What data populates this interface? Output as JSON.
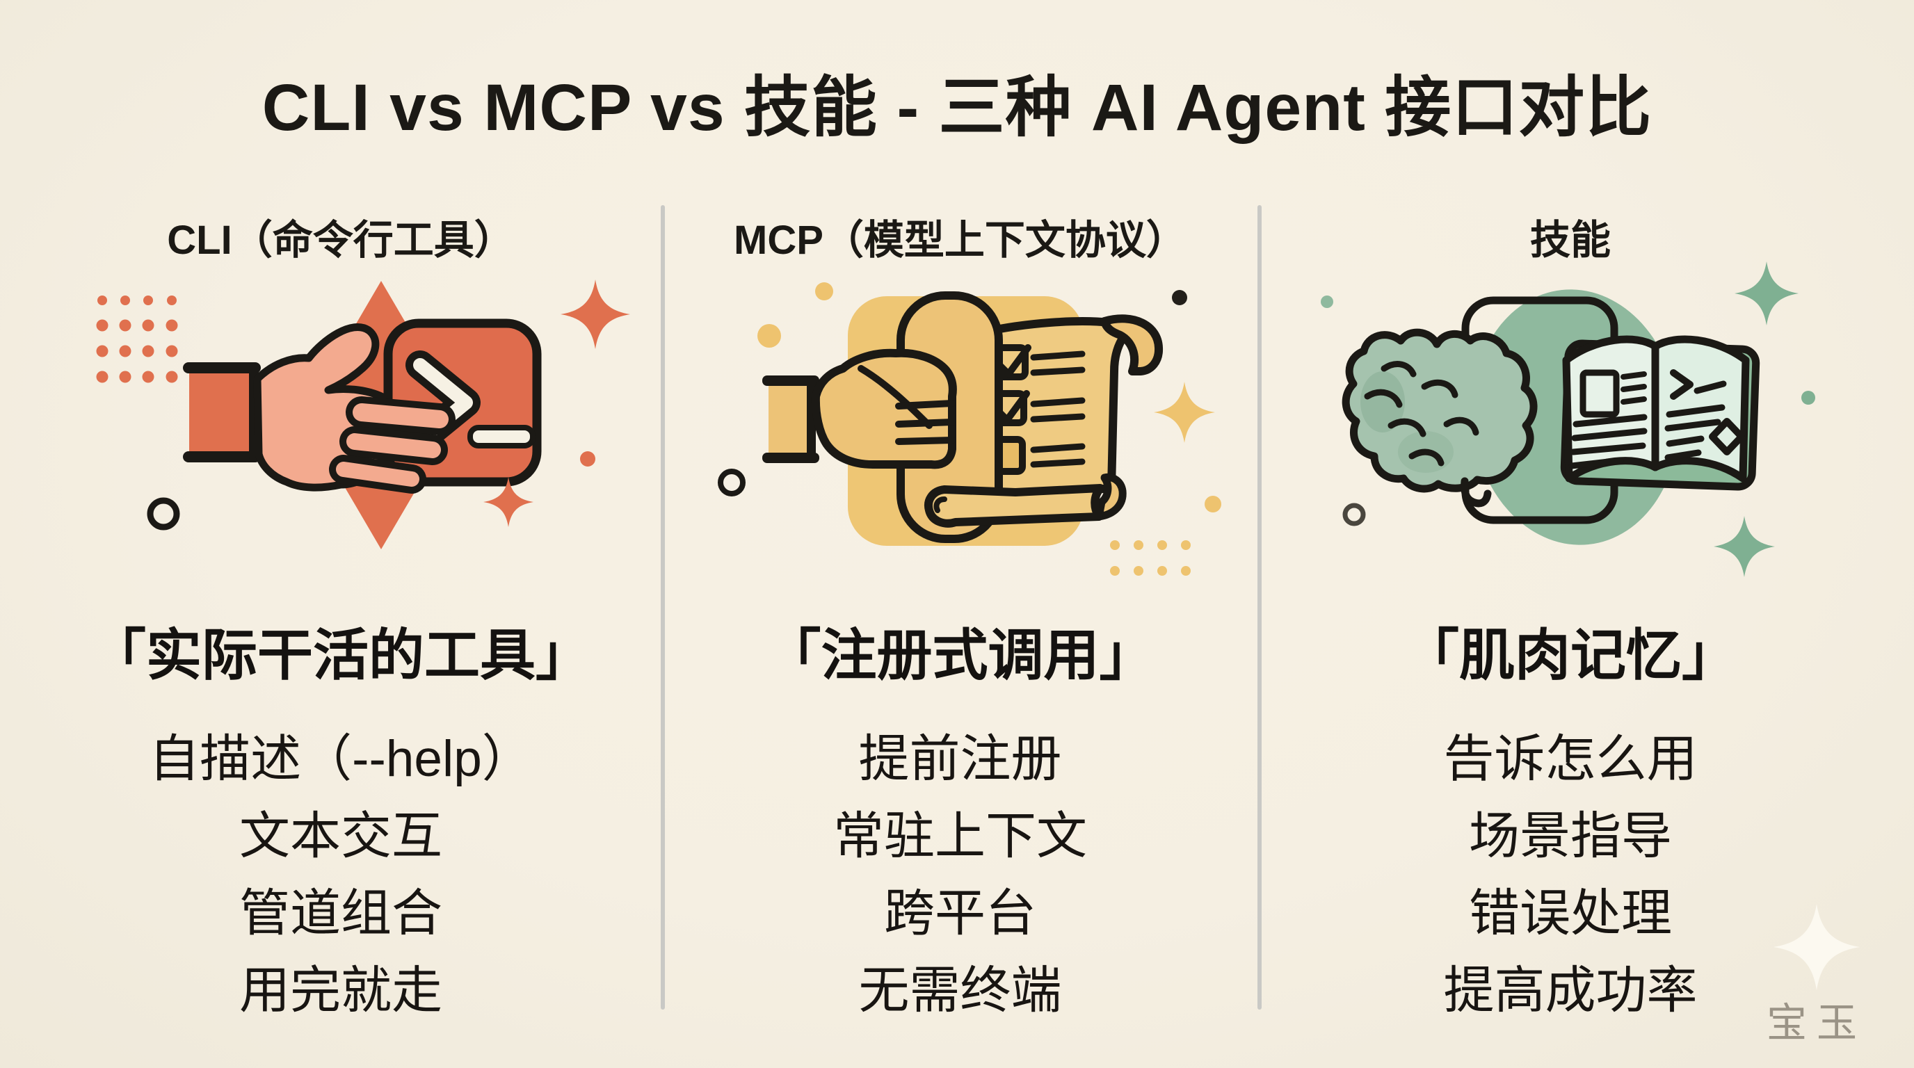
{
  "title": "CLI vs MCP vs 技能 - 三种 AI Agent 接口对比",
  "columns": [
    {
      "header": "CLI（命令行工具）",
      "subtitle": "「实际干活的工具」",
      "items": [
        "自描述（--help）",
        "文本交互",
        "管道组合",
        "用完就走"
      ],
      "icon": "hand-holding-terminal-icon",
      "accent": "#e0704e"
    },
    {
      "header": "MCP（模型上下文协议）",
      "subtitle": "「注册式调用」",
      "items": [
        "提前注册",
        "常驻上下文",
        "跨平台",
        "无需终端"
      ],
      "icon": "fist-holding-checklist-scroll-icon",
      "accent": "#edc377"
    },
    {
      "header": "技能",
      "subtitle": "「肌肉记忆」",
      "items": [
        "告诉怎么用",
        "场景指导",
        "错误处理",
        "提高成功率"
      ],
      "icon": "brain-and-open-book-icon",
      "accent": "#8fb99e"
    }
  ],
  "watermark": {
    "text": "宝玉"
  },
  "colors": {
    "background": "#f5efe2",
    "ink": "#1b1915",
    "salmon": "#e0704e",
    "salmon_light": "#f3aa8f",
    "gold": "#edc377",
    "gold_light": "#efcb82",
    "green": "#8fb99e",
    "green_light": "#e7f2e8",
    "divider": "#c9c9c5",
    "watermark_gray": "#9a9386"
  }
}
